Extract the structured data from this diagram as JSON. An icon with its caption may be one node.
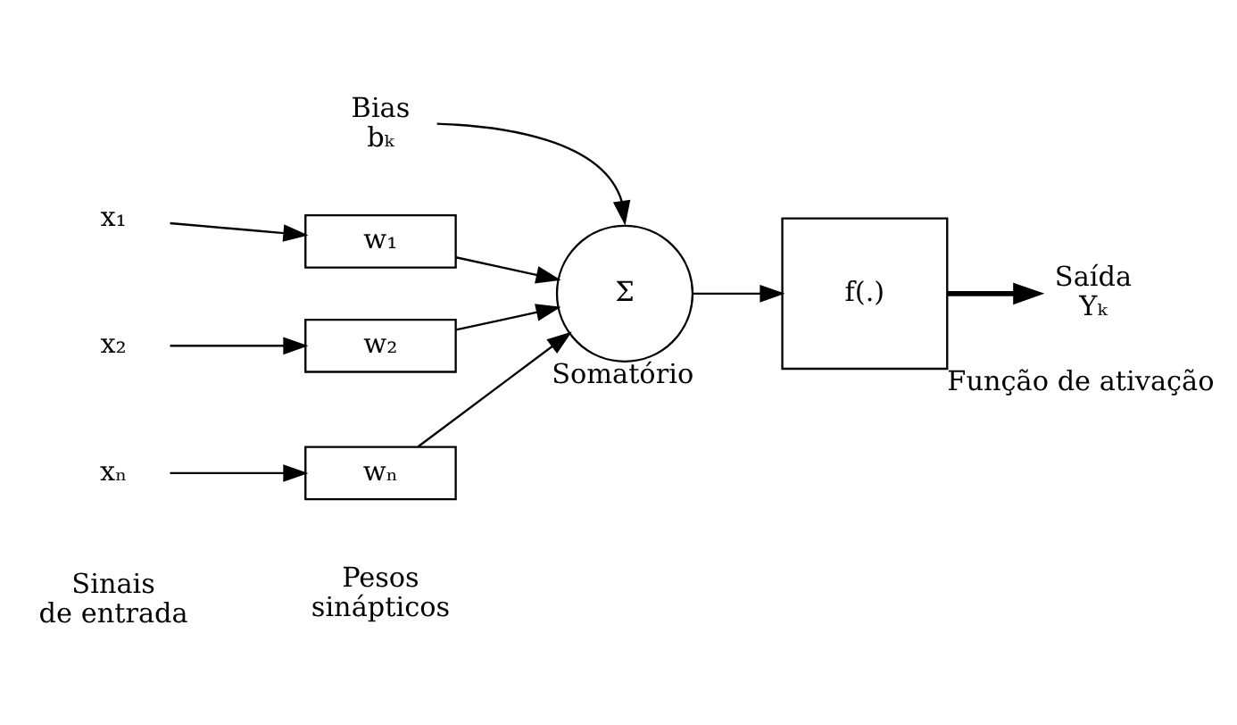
{
  "diagram": {
    "nodes": [
      {
        "text": [
          "x₁"
        ]
      },
      {
        "text": [
          "x₂"
        ]
      },
      {
        "text": [
          "xₙ"
        ]
      },
      {
        "text": [
          "w₁"
        ]
      },
      {
        "text": [
          "w₂"
        ]
      },
      {
        "text": [
          "wₙ"
        ]
      },
      {
        "text": [
          "Σ"
        ],
        "beside": [
          "Somatório"
        ]
      },
      {
        "text": [
          "f(.)"
        ],
        "beside": [
          "Função de ativação"
        ]
      },
      {
        "text": [
          "Bias",
          "bₖ"
        ]
      },
      {
        "text": [
          "Saída",
          "Yₖ"
        ]
      }
    ],
    "edges": [
      {
        "from": 0,
        "to": 3,
        "arrow": "to"
      },
      {
        "from": 1,
        "to": 4,
        "arrow": "to"
      },
      {
        "from": 2,
        "to": 5,
        "arrow": "to"
      },
      {
        "from": 3,
        "to": 6,
        "arrow": "to"
      },
      {
        "from": 4,
        "to": 6,
        "arrow": "to"
      },
      {
        "from": 5,
        "to": 6,
        "arrow": "to"
      },
      {
        "from": 8,
        "to": 6,
        "arrow": "to"
      },
      {
        "from": 6,
        "to": 7,
        "arrow": "to"
      },
      {
        "from": 7,
        "to": 9,
        "arrow": "to",
        "style": "thick"
      }
    ],
    "labels": [
      "Sinais de entrada",
      "Pesos sinápticos"
    ]
  }
}
